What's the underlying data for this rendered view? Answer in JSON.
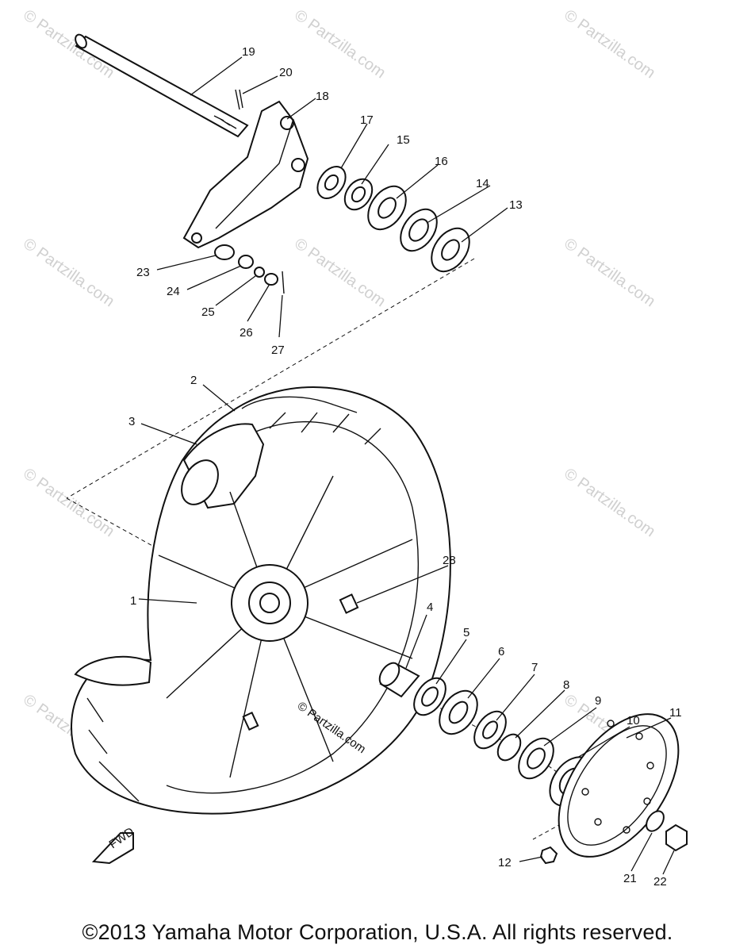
{
  "diagram": {
    "watermark": "© Partzilla.com",
    "copyright": "©2013 Yamaha Motor Corporation, U.S.A. All rights reserved.",
    "fwd_label": "FWD",
    "callouts": [
      "1",
      "2",
      "3",
      "4",
      "5",
      "6",
      "7",
      "8",
      "9",
      "10",
      "11",
      "12",
      "13",
      "14",
      "15",
      "16",
      "17",
      "18",
      "19",
      "20",
      "21",
      "22",
      "23",
      "24",
      "25",
      "26",
      "27",
      "28"
    ]
  }
}
